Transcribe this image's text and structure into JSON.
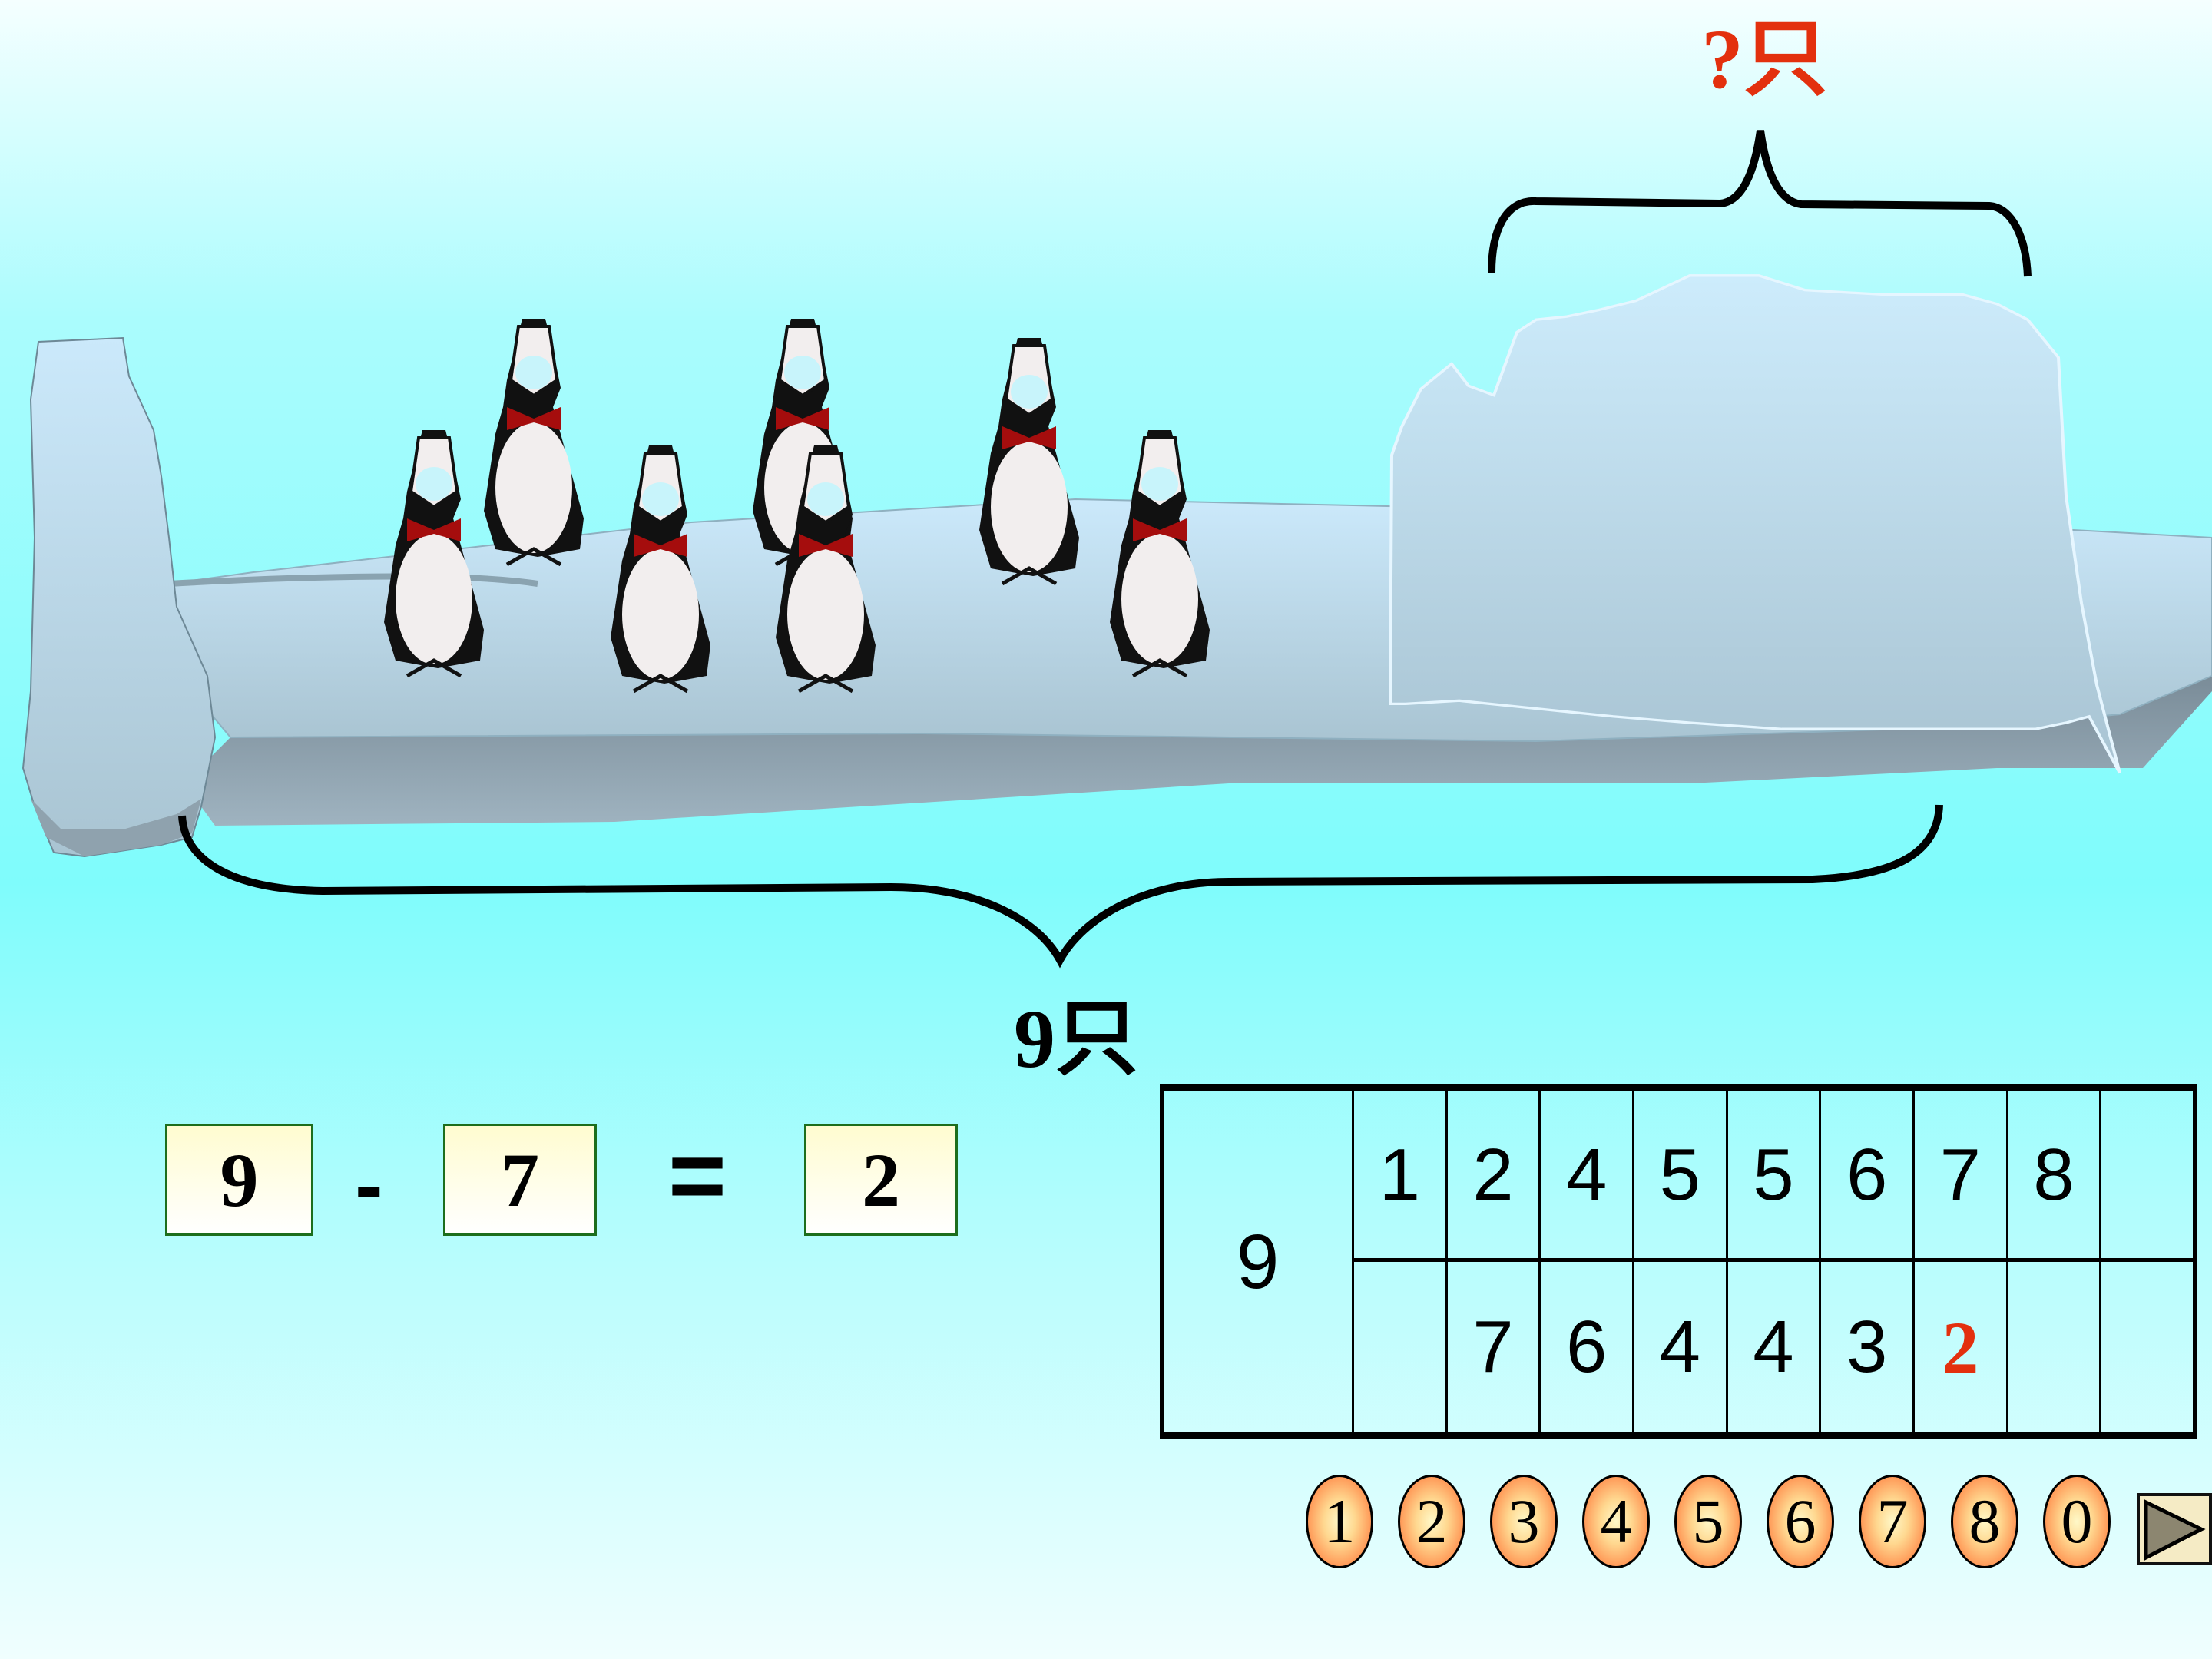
{
  "slide": {
    "background_top": "#f5ffff",
    "background_mid": "#7ffcfc",
    "unknown_label": "?只",
    "unknown_label_color": "#e3300e",
    "total_label": "9只",
    "penguin_count": 7
  },
  "equation": {
    "minuend": "9",
    "operator": "-",
    "subtrahend": "7",
    "equals": "=",
    "result": "2"
  },
  "decomposition_table": {
    "whole": "9",
    "top_row": [
      "1",
      "2",
      "4",
      "5",
      "5",
      "6",
      "7",
      "8",
      ""
    ],
    "bottom_row": [
      "",
      "7",
      "6",
      "4",
      "4",
      "3",
      "2",
      "",
      ""
    ],
    "highlight": {
      "row": "bottom",
      "index": 6,
      "color": "#e3300e"
    }
  },
  "number_buttons": [
    "1",
    "2",
    "3",
    "4",
    "5",
    "6",
    "7",
    "8",
    "0"
  ],
  "nav": {
    "next_icon": "play-triangle-icon"
  }
}
